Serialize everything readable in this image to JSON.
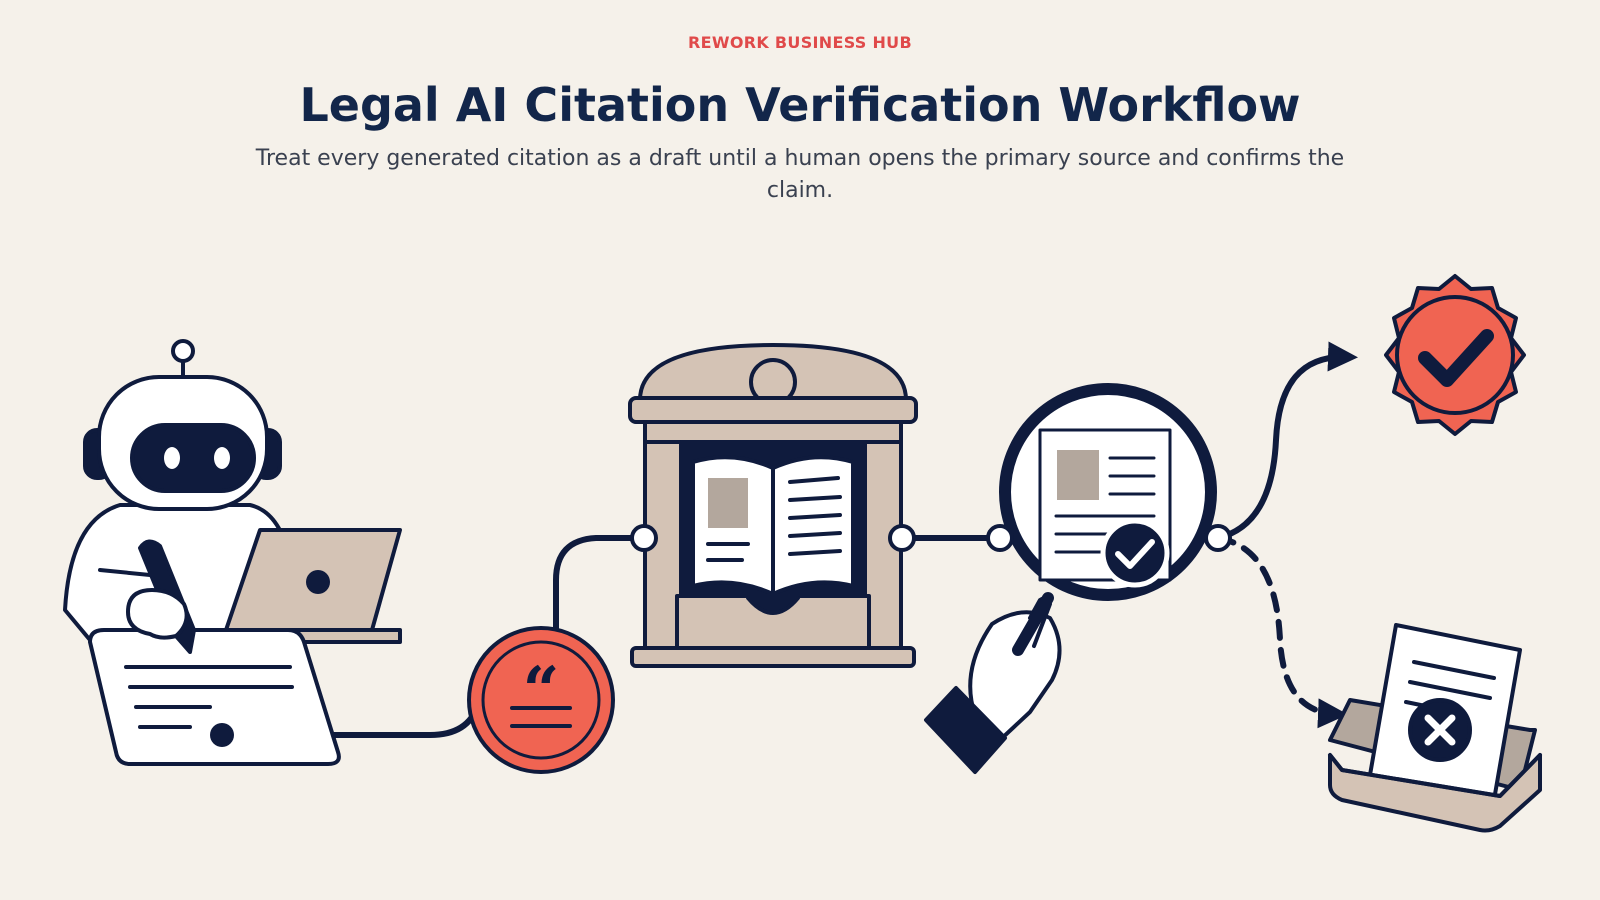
{
  "header": {
    "eyebrow": "REWORK BUSINESS HUB",
    "title": "Legal AI Citation Verification Workflow",
    "subtitle": "Treat every generated citation as a draft until a human opens the primary source and confirms the claim."
  },
  "palette": {
    "background": "#f5f1ea",
    "ink": "#0f1b3d",
    "accent": "#f06452",
    "beige": "#d4c3b5",
    "paper": "#ffffff",
    "eyebrow": "#e04a4a"
  },
  "diagram": {
    "steps": [
      {
        "icon": "robot-drafting-icon"
      },
      {
        "icon": "citation-quote-icon"
      },
      {
        "icon": "archive-book-icon"
      },
      {
        "icon": "magnifier-verify-icon"
      },
      {
        "icon": "approved-seal-icon"
      },
      {
        "icon": "rejected-tray-icon"
      }
    ]
  }
}
